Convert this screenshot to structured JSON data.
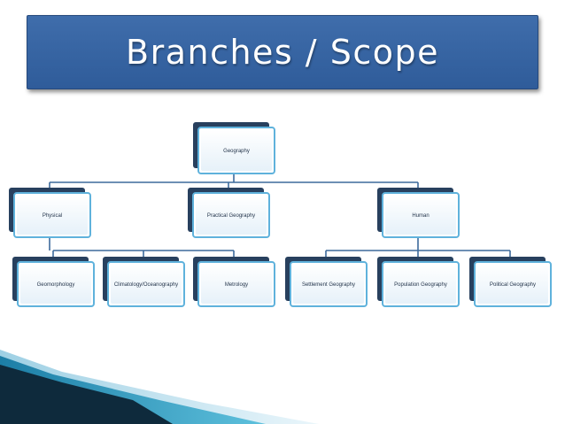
{
  "title": "Branches / Scope",
  "colors": {
    "title_bg": "#355f9f",
    "box_border": "#5fb2dc",
    "box_shadow": "#28405e",
    "connector": "#3d6a9c",
    "decor_teal": "#2a8fb3"
  },
  "tree": {
    "root": {
      "label": "Geography"
    },
    "branches": [
      {
        "label": "Physical",
        "children": [
          {
            "label": "Geomorphology"
          },
          {
            "label": "Climatology/Oceanography"
          },
          {
            "label": "Metrology"
          }
        ]
      },
      {
        "label": "Practical Geography",
        "children": []
      },
      {
        "label": "Human",
        "children": [
          {
            "label": "Settlement Geography"
          },
          {
            "label": "Population Geography"
          },
          {
            "label": "Political Geography"
          }
        ]
      }
    ]
  }
}
